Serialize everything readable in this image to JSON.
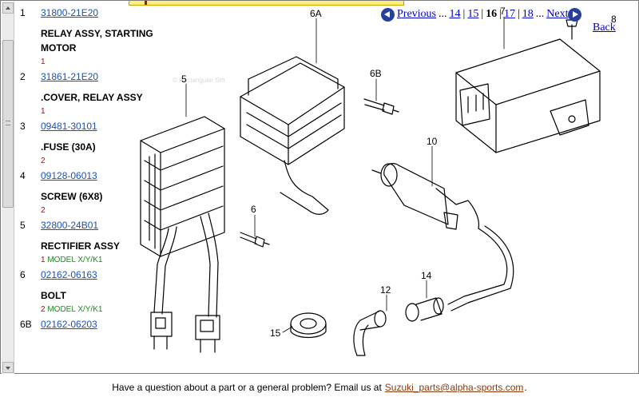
{
  "parts": [
    {
      "num": "1",
      "part_no": "31800-21E20",
      "name": "RELAY ASSY, STARTING MOTOR",
      "qty": "1",
      "model": ""
    },
    {
      "num": "2",
      "part_no": "31861-21E20",
      "name": ".COVER, RELAY ASSY",
      "qty": "1",
      "model": ""
    },
    {
      "num": "3",
      "part_no": "09481-30101",
      "name": ".FUSE (30A)",
      "qty": "2",
      "model": ""
    },
    {
      "num": "4",
      "part_no": "09128-06013",
      "name": "SCREW (6X8)",
      "qty": "2",
      "model": ""
    },
    {
      "num": "5",
      "part_no": "32800-24B01",
      "name": "RECTIFIER ASSY",
      "qty": "1",
      "model": "MODEL X/Y/K1"
    },
    {
      "num": "6",
      "part_no": "02162-06163",
      "name": "BOLT",
      "qty": "2",
      "model": "MODEL X/Y/K1"
    },
    {
      "num": "6B",
      "part_no": "02162-06203",
      "name": "",
      "qty": "",
      "model": ""
    }
  ],
  "pagination": {
    "previous": "Previous",
    "ellipsis": "...",
    "pages": [
      "14",
      "15"
    ],
    "current": "16",
    "pages_after": [
      "17",
      "18"
    ],
    "next": "Next",
    "back": "Back"
  },
  "diagram": {
    "watermark": "© Rectangular Sm",
    "callouts": {
      "c5": "5",
      "c6a": "6A",
      "c6b": "6B",
      "c6": "6",
      "c7": "7",
      "c8": "8",
      "c10": "10",
      "c12": "12",
      "c14": "14",
      "c15": "15"
    }
  },
  "footer": {
    "question": "Have a question about a part or a general problem? Email us at",
    "email": "Suzuki_parts@alpha-sports.com",
    "period": "."
  },
  "colors": {
    "link": "#1a52b8",
    "qty": "#c00000",
    "model": "#1f8a1f",
    "footer_link": "#8b3a0e",
    "strip": "#ffef7a"
  }
}
